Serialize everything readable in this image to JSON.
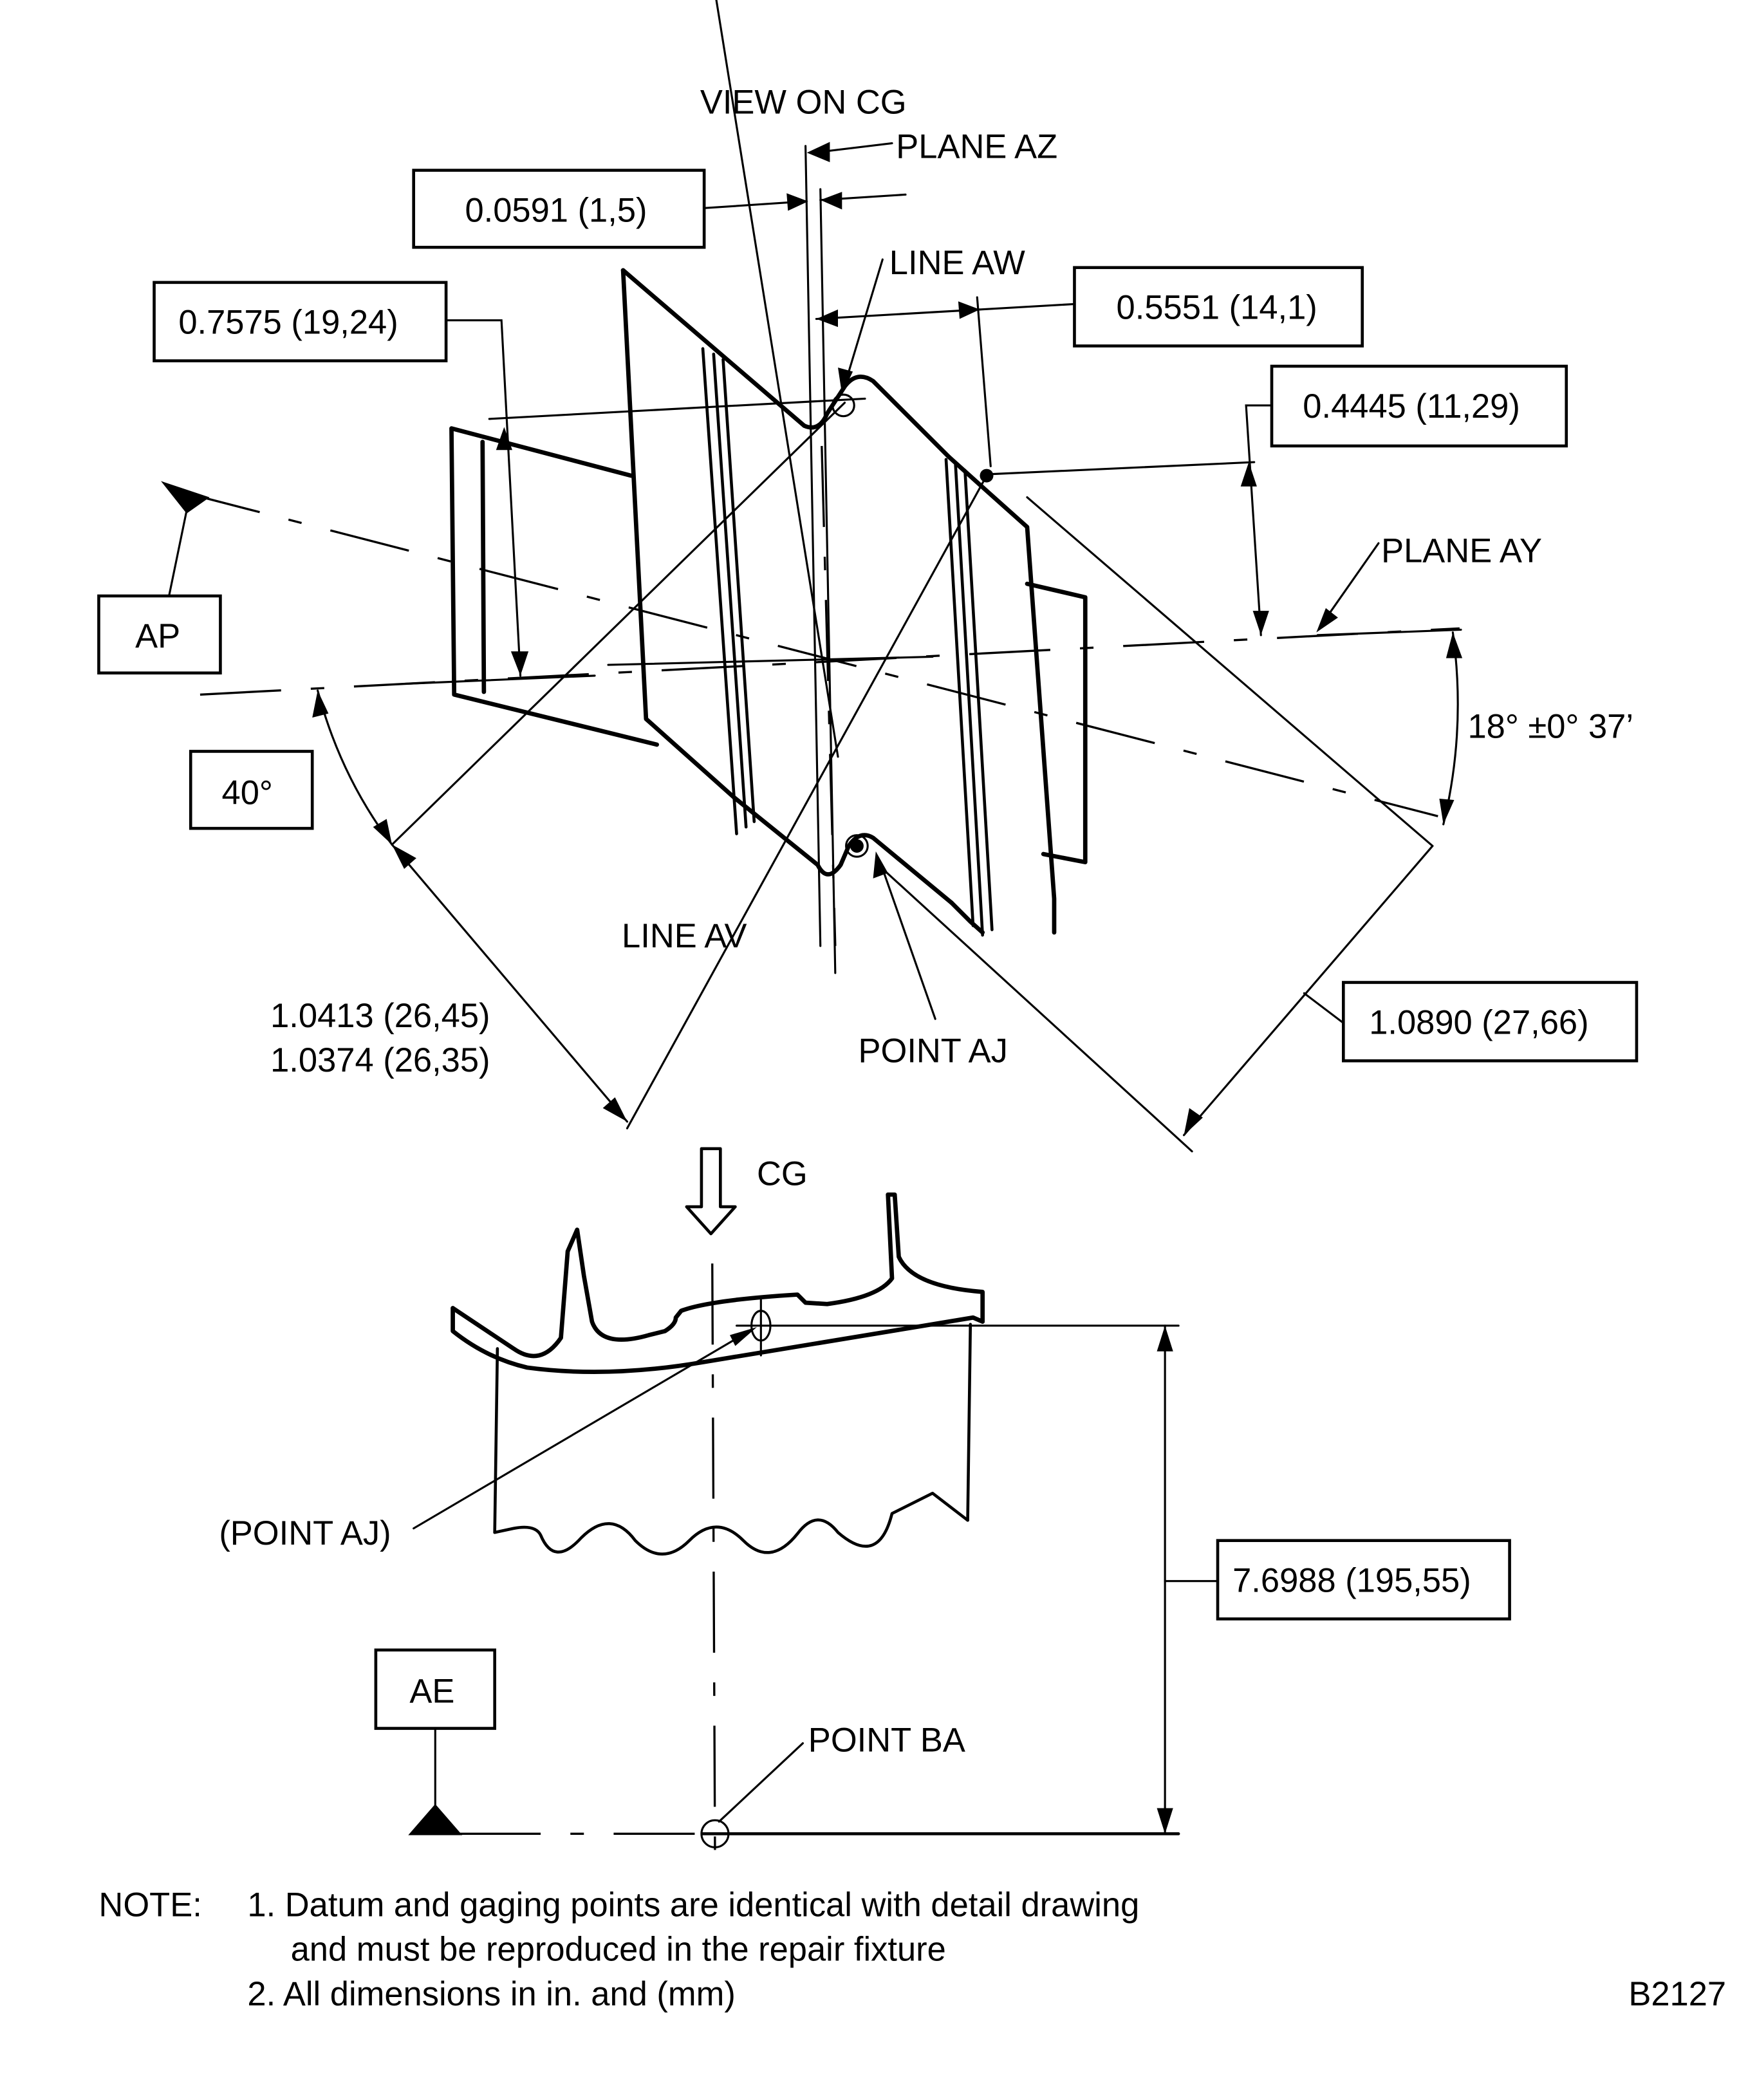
{
  "figure_id": "B2127",
  "view_title": "VIEW ON CG",
  "view_arrow_label": "CG",
  "labels": {
    "plane_az": "PLANE AZ",
    "plane_ay": "PLANE AY",
    "line_aw": "LINE AW",
    "line_av": "LINE AV",
    "point_aj": "POINT AJ",
    "point_aj_ref": "(POINT AJ)",
    "point_ba": "POINT BA"
  },
  "datums": {
    "ap": "AP",
    "ae": "AE"
  },
  "dimensions": {
    "d_0591": "0.0591 (1,5)",
    "d_7575": "0.7575 (19,24)",
    "d_5551": "0.5551 (14,1)",
    "d_4445": "0.4445 (11,29)",
    "d_1089": "1.0890 (27,66)",
    "d_1041_max": "1.0413 (26,45)",
    "d_1037_min": "1.0374 (26,35)",
    "d_7698": "7.6988 (195,55)",
    "angle_40": "40°",
    "angle_18": "18° ±0° 37’"
  },
  "notes": {
    "prefix": "NOTE:",
    "items": [
      "1. Datum and gaging points are identical with detail drawing",
      "and must be reproduced in the repair fixture",
      "2. All dimensions in in. and (mm)"
    ]
  }
}
